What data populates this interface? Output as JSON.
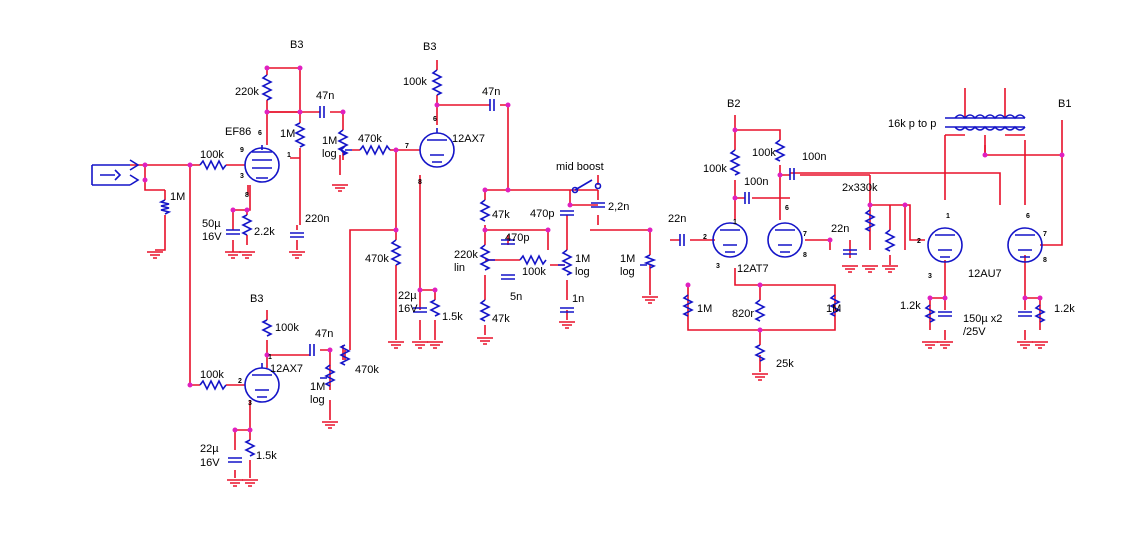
{
  "labels": {
    "b3_top1": "B3",
    "b3_top2": "B3",
    "b3_low": "B3",
    "b2": "B2",
    "b1": "B1",
    "r220k_a": "220k",
    "c47n_a": "47n",
    "ef86": "EF86",
    "r1m_a": "1M",
    "pot1m_a": "1M",
    "pot1m_a_log": "log",
    "r470k_a": "470k",
    "r100k_in": "100k",
    "r1m_in": "1M",
    "c50u": "50µ",
    "c50u_v": "16V",
    "r2k2": "2.2k",
    "c220n": "220n",
    "r100k_b": "100k",
    "c47n_b": "47n",
    "ax7_a": "12AX7",
    "r470k_b": "470k",
    "c22u_a": "22µ",
    "c22u_a_v": "16V",
    "r1k5_a": "1.5k",
    "r100k_c": "100k",
    "c47n_c": "47n",
    "ax7_b": "12AX7",
    "r100k_d": "100k",
    "pot1m_b": "1M",
    "pot1m_b_log": "log",
    "r470k_c": "470k",
    "c22u_b": "22µ",
    "c22u_b_v": "16V",
    "r1k5_b": "1.5k",
    "mid_boost": "mid boost",
    "r47k_top": "47k",
    "c470p_a": "470p",
    "c2n2": "2,2n",
    "pot220k": "220k",
    "pot220k_lin": "lin",
    "c470p_b": "470p",
    "r100k_e": "100k",
    "pot1m_c": "1M",
    "pot1m_c_log": "log",
    "c5n": "5n",
    "r47k_bot": "47k",
    "c1n": "1n",
    "pot1m_d": "1M",
    "pot1m_d_log": "log",
    "c22n_a": "22n",
    "r100k_f": "100k",
    "r100k_g": "100k",
    "c100n_a": "100n",
    "c100n_b": "100n",
    "at7": "12AT7",
    "r1m_b": "1M",
    "r820": "820r",
    "r1m_c": "1M",
    "r25k": "25k",
    "c22n_b": "22n",
    "r2x330k": "2x330k",
    "xfmr": "16k p to p",
    "au7": "12AU7",
    "r1k2_a": "1.2k",
    "c150u": "150µ x2",
    "c150u_v": "/25V",
    "r1k2_b": "1.2k"
  },
  "colors": {
    "wire": "#e8102a",
    "component": "#1414c8",
    "node": "#e020c0"
  }
}
